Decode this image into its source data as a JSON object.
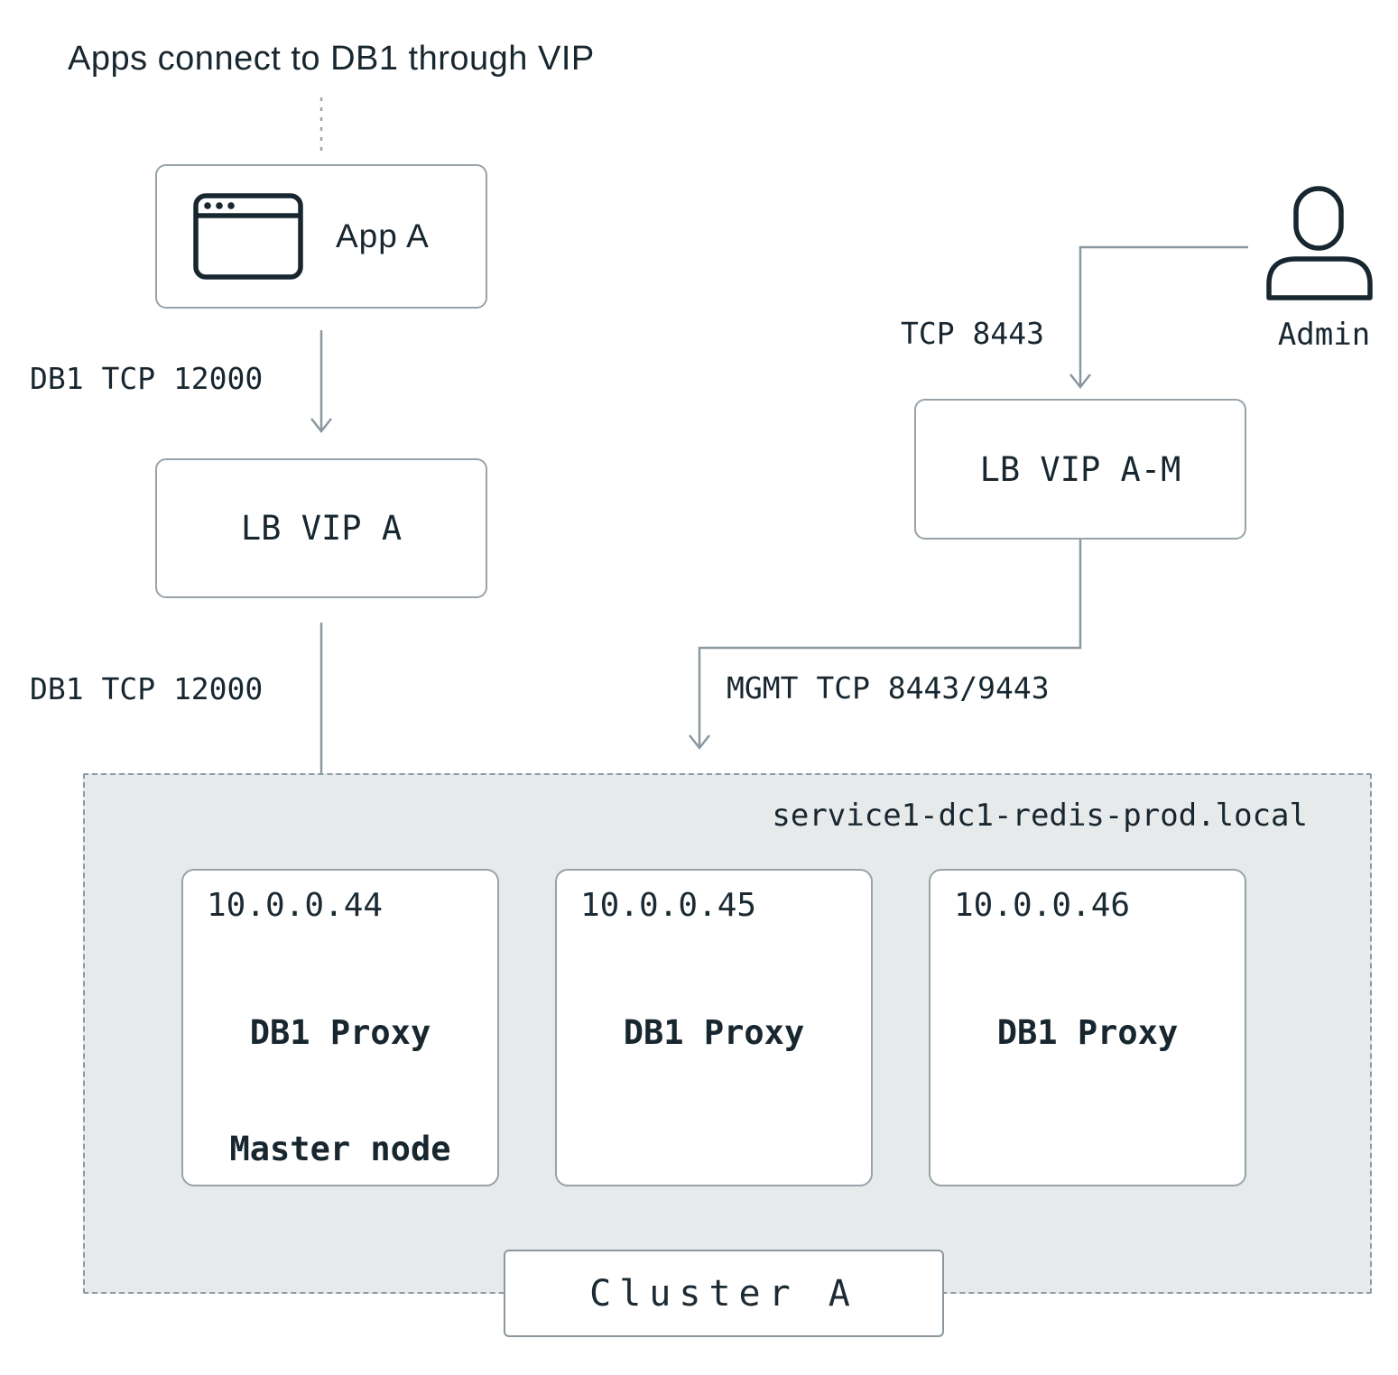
{
  "heading": "Apps connect to DB1 through VIP",
  "app": {
    "label": "App A"
  },
  "admin": {
    "label": "Admin"
  },
  "load_balancers": {
    "lb_vip_a": "LB VIP A",
    "lb_vip_am": "LB VIP A-M"
  },
  "edges": {
    "app_to_lb": "DB1 TCP 12000",
    "lb_to_cluster": "DB1 TCP 12000",
    "admin_to_lb": "TCP 8443",
    "mgmt_to_cluster": "MGMT TCP 8443/9443"
  },
  "cluster": {
    "fqdn": "service1-dc1-redis-prod.local",
    "label": "Cluster A",
    "nodes": [
      {
        "ip": "10.0.0.44",
        "role": "DB1 Proxy",
        "note": "Master node"
      },
      {
        "ip": "10.0.0.45",
        "role": "DB1 Proxy",
        "note": ""
      },
      {
        "ip": "10.0.0.46",
        "role": "DB1 Proxy",
        "note": ""
      }
    ]
  },
  "icons": {
    "app": "browser-window-icon",
    "admin": "person-icon"
  },
  "colors": {
    "ink": "#17262f",
    "box_border": "#97a3a9",
    "connector_line": "#8b989f",
    "cluster_background": "#e7eaea",
    "background": "#ffffff"
  }
}
